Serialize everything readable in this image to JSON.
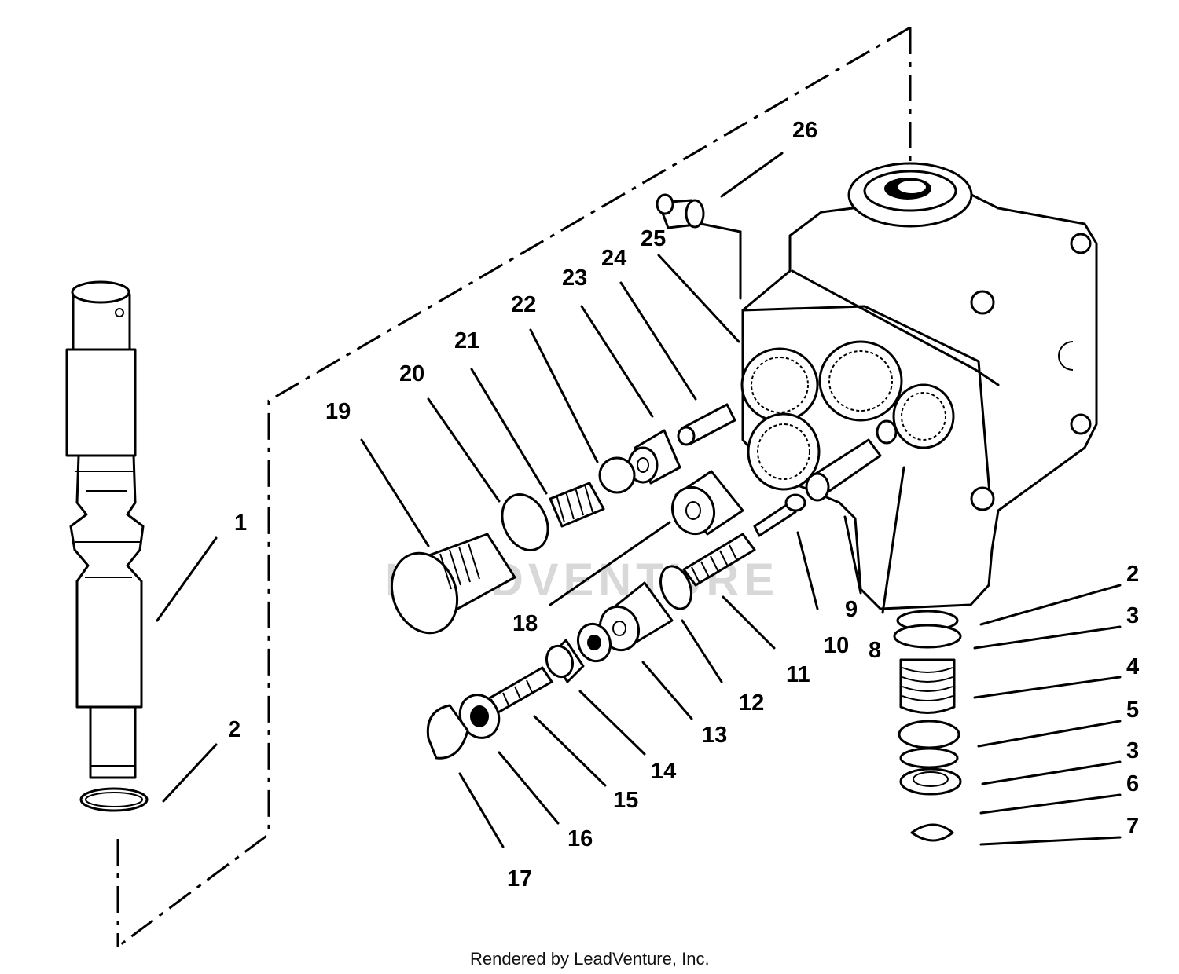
{
  "diagram": {
    "callouts": [
      {
        "id": "c1",
        "label": "1"
      },
      {
        "id": "c2a",
        "label": "2"
      },
      {
        "id": "c2b",
        "label": "2"
      },
      {
        "id": "c3a",
        "label": "3"
      },
      {
        "id": "c3b",
        "label": "3"
      },
      {
        "id": "c4",
        "label": "4"
      },
      {
        "id": "c5",
        "label": "5"
      },
      {
        "id": "c6",
        "label": "6"
      },
      {
        "id": "c7",
        "label": "7"
      },
      {
        "id": "c8",
        "label": "8"
      },
      {
        "id": "c9",
        "label": "9"
      },
      {
        "id": "c10",
        "label": "10"
      },
      {
        "id": "c11",
        "label": "11"
      },
      {
        "id": "c12",
        "label": "12"
      },
      {
        "id": "c13",
        "label": "13"
      },
      {
        "id": "c14",
        "label": "14"
      },
      {
        "id": "c15",
        "label": "15"
      },
      {
        "id": "c16",
        "label": "16"
      },
      {
        "id": "c17",
        "label": "17"
      },
      {
        "id": "c18",
        "label": "18"
      },
      {
        "id": "c19",
        "label": "19"
      },
      {
        "id": "c20",
        "label": "20"
      },
      {
        "id": "c21",
        "label": "21"
      },
      {
        "id": "c22",
        "label": "22"
      },
      {
        "id": "c23",
        "label": "23"
      },
      {
        "id": "c24",
        "label": "24"
      },
      {
        "id": "c25",
        "label": "25"
      },
      {
        "id": "c26",
        "label": "26"
      }
    ],
    "watermark": "LEADVENTURE",
    "footer": "Rendered by LeadVenture, Inc."
  }
}
